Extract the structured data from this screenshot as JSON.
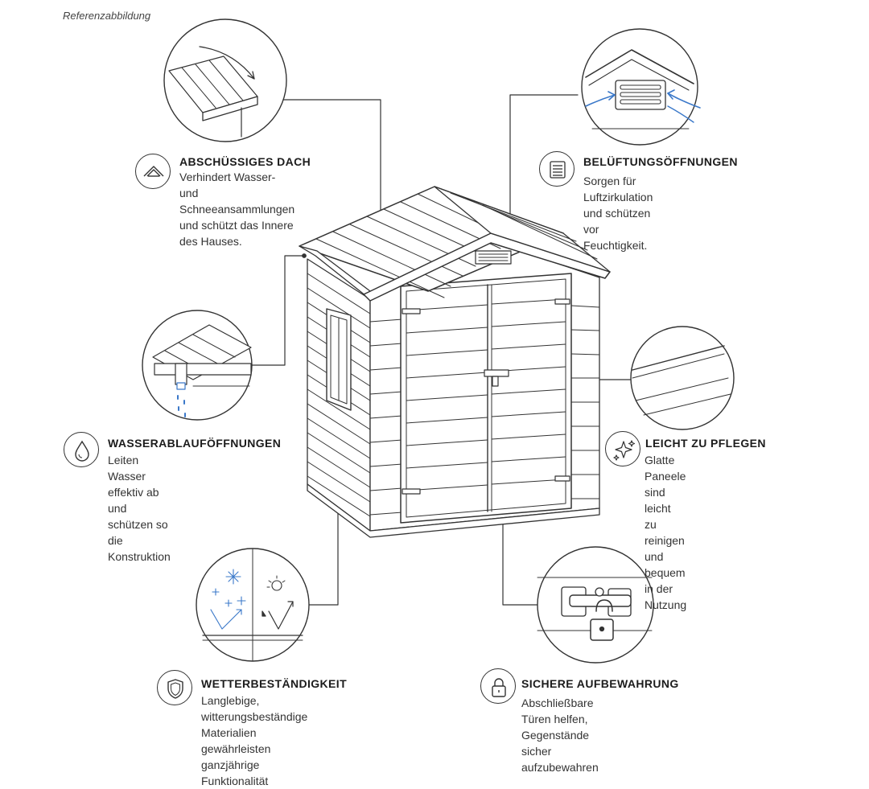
{
  "header": {
    "reference_note": "Referenzabbildung"
  },
  "features": {
    "roof": {
      "title": "ABSCHÜSSIGES DACH",
      "description": "Verhindert Wasser- und\nSchneeansammlungen\nund schützt das Innere\ndes Hauses.",
      "icon": "roof-icon"
    },
    "vent": {
      "title": "BELÜFTUNGSÖFFNUNGEN",
      "description": "Sorgen für Luftzirkulation\nund schützen vor\nFeuchtigkeit.",
      "icon": "vent-icon"
    },
    "drain": {
      "title": "WASSERABLAUFÖFFNUNGEN",
      "description": "Leiten Wasser effektiv ab\nund schützen so die\nKonstruktion",
      "icon": "water-drop-icon"
    },
    "care": {
      "title": "LEICHT ZU PFLEGEN",
      "description": "Glatte Paneele sind leicht\nzu reinigen und bequem\nin der Nutzung",
      "icon": "sparkle-icon"
    },
    "weather": {
      "title": "WETTERBESTÄNDIGKEIT",
      "description": "Langlebige, witterungsbeständige\nMaterialien gewährleisten ganzjährige\nFunktionalität",
      "icon": "shield-icon"
    },
    "storage": {
      "title": "SICHERE AUFBEWAHRUNG",
      "description": "Abschließbare Türen helfen,\nGegenstände sicher aufzubewahren",
      "icon": "lock-icon"
    }
  },
  "colors": {
    "line": "#333333",
    "accent_blue": "#3a78c9",
    "shed_fill": "#ffffff"
  }
}
